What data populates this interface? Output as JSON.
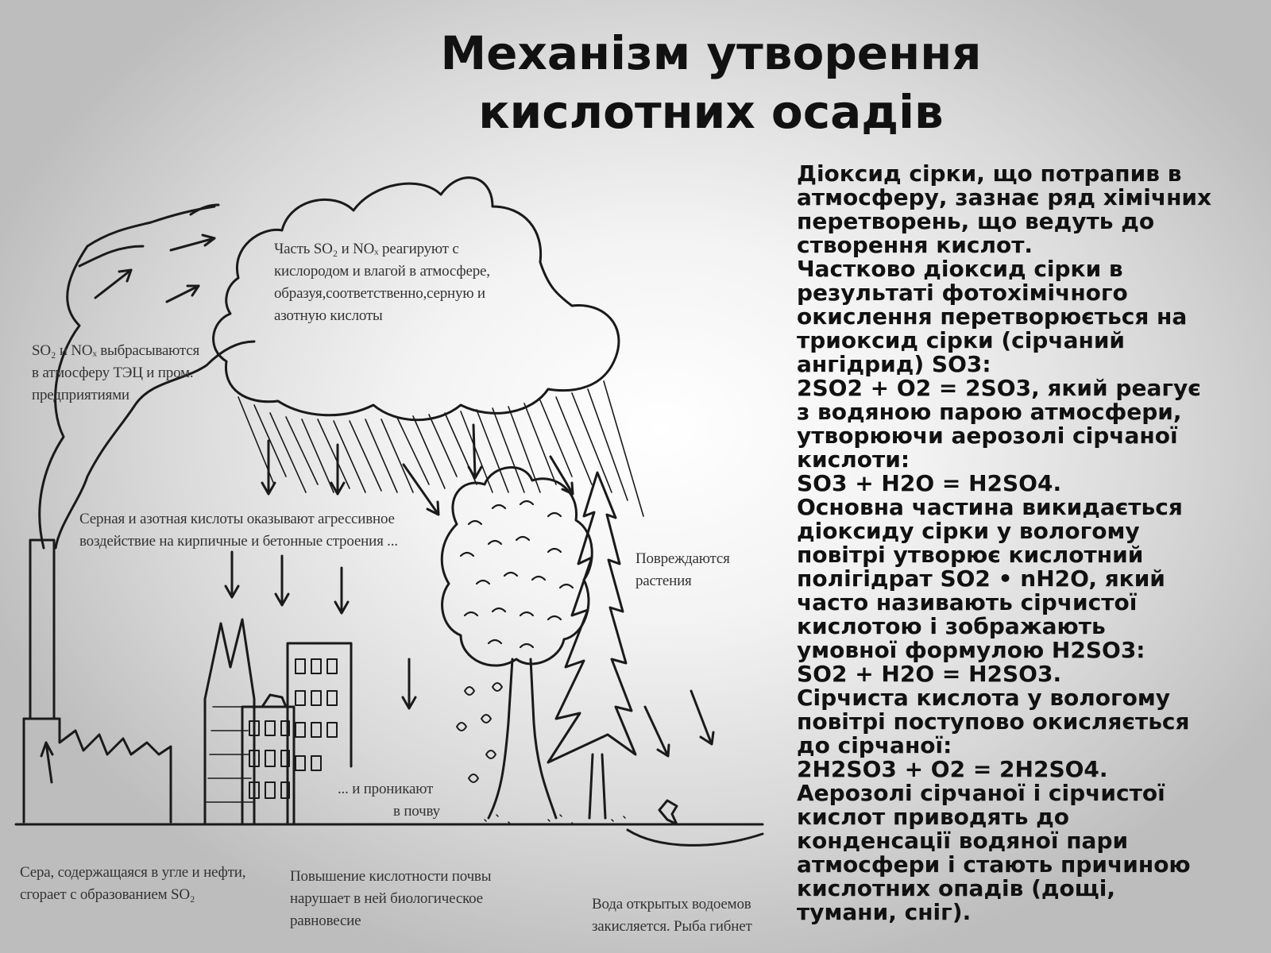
{
  "title": {
    "line1": "Механізм утворення",
    "line2": "кислотних осадів"
  },
  "explanation_lines": [
    "Діоксид сірки, що потрапив в",
    "атмосферу, зазнає ряд хімічних",
    "перетворень, що ведуть до",
    "створення кислот.",
    "Частково діоксид сірки в",
    "результаті фотохімічного",
    "окислення перетворюється на",
    "триоксид сірки (сірчаний",
    "ангідрид) SO3:",
    "2SO2 + O2 = 2SO3, який реагує",
    "з водяною парою атмосфери,",
    "утворюючи аерозолі сірчаної",
    "кислоти:",
    "SO3 + H2O = H2SO4.",
    "Основна частина викидається",
    "діоксиду сірки у вологому",
    "повітрі утворює кислотний",
    "полігідрат SO2 • nH2O, який",
    "часто називають сірчистої",
    "кислотою і зображають",
    "умовної формулою H2SO3:",
    "SO2 + H2O = H2SO3.",
    "Сірчиста кислота у вологому",
    "повітрі поступово окисляється",
    "до сірчаної:",
    "2H2SO3 + O2 = 2H2SO4.",
    "Аерозолі сірчаної і сірчистої",
    "кислот приводять до",
    "конденсації водяної пари",
    "атмосфери і стають причиною",
    "кислотних опадів (дощі,",
    "тумани, сніг)."
  ],
  "captions": {
    "cloud": [
      "Часть SO₂ и NOₓ реагируют с",
      "кислородом и влагой в атмосфере,",
      "образуя,соответственно,серную и",
      "азотную кислоты"
    ],
    "emission": [
      "SO₂ и NOₓ выбрасываются",
      "в атмосферу ТЭЦ и пром.",
      "предприятиями"
    ],
    "buildings": [
      "Серная и азотная кислоты оказывают агрессивное",
      "воздействие на кирпичные и бетонные строения ..."
    ],
    "plants": [
      "Повреждаются",
      "растения"
    ],
    "soil": [
      "... и проникают",
      "в почву"
    ],
    "fuel": [
      "Сера, содержащаяся в угле и нефти,",
      "сгорает с образованием SO₂"
    ],
    "acidity": [
      "Повышение кислотности почвы",
      "нарушает в ней биологическое",
      "равновесие"
    ],
    "water": [
      "Вода открытых водоемов",
      "закисляется. Рыба гибнет"
    ]
  }
}
